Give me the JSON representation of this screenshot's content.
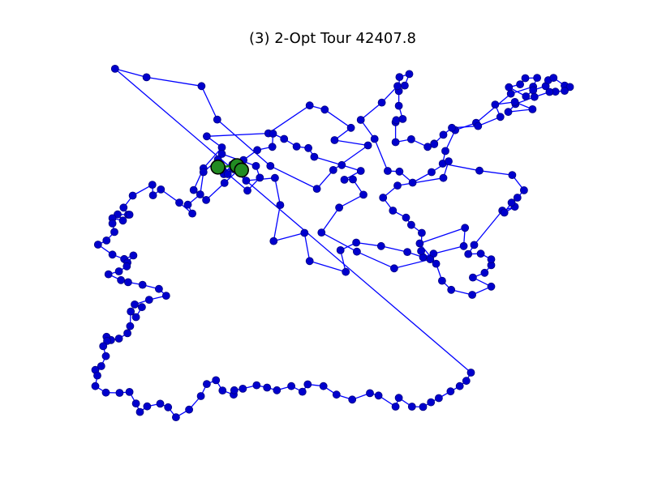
{
  "chart_data": {
    "type": "scatter",
    "title": "(3)  2-Opt Tour 42407.8",
    "xlabel": "",
    "ylabel": "",
    "axes_visible": false,
    "grid": false,
    "edge_color": "#0000ff",
    "node_color": "#0000cd",
    "highlight_color": "#228b22",
    "highlight_edge_color": "#008000",
    "xlim": [
      0,
      100
    ],
    "ylim": [
      0,
      100
    ],
    "tour": [
      [
        16.2,
        89.5
      ],
      [
        21.0,
        86.6
      ],
      [
        29.4,
        83.6
      ],
      [
        31.8,
        72.2
      ],
      [
        39.9,
        56.4
      ],
      [
        47.0,
        48.6
      ],
      [
        49.5,
        55.0
      ],
      [
        54.8,
        63.4
      ],
      [
        49.7,
        65.2
      ],
      [
        52.2,
        69.4
      ],
      [
        48.2,
        75.6
      ],
      [
        45.9,
        77.0
      ],
      [
        39.6,
        67.5
      ],
      [
        30.2,
        66.5
      ],
      [
        32.5,
        62.7
      ],
      [
        29.7,
        55.6
      ],
      [
        28.2,
        48.2
      ],
      [
        30.1,
        44.8
      ],
      [
        32.9,
        50.6
      ],
      [
        35.3,
        55.6
      ],
      [
        36.2,
        51.4
      ],
      [
        40.6,
        52.3
      ],
      [
        41.4,
        43.1
      ],
      [
        40.4,
        30.8
      ],
      [
        45.1,
        33.6
      ],
      [
        45.9,
        24.0
      ],
      [
        51.4,
        20.3
      ],
      [
        50.6,
        27.7
      ],
      [
        53.0,
        30.3
      ],
      [
        56.8,
        29.1
      ],
      [
        60.8,
        27.1
      ],
      [
        63.2,
        25.3
      ],
      [
        64.8,
        26.5
      ],
      [
        69.4,
        29.1
      ],
      [
        69.6,
        35.3
      ],
      [
        62.7,
        30.0
      ],
      [
        65.2,
        23.1
      ],
      [
        66.1,
        17.3
      ],
      [
        67.5,
        14.2
      ],
      [
        70.7,
        12.5
      ],
      [
        73.6,
        15.3
      ],
      [
        70.8,
        18.4
      ],
      [
        72.6,
        20.0
      ],
      [
        73.6,
        22.6
      ],
      [
        73.6,
        24.6
      ],
      [
        72.0,
        26.5
      ],
      [
        70.1,
        26.4
      ],
      [
        71.0,
        29.5
      ],
      [
        75.3,
        41.2
      ],
      [
        77.2,
        42.5
      ],
      [
        75.6,
        40.5
      ],
      [
        76.7,
        43.9
      ],
      [
        77.6,
        45.6
      ],
      [
        78.6,
        48.1
      ],
      [
        76.8,
        53.3
      ],
      [
        71.8,
        54.8
      ],
      [
        66.2,
        57.2
      ],
      [
        66.6,
        61.5
      ],
      [
        68.1,
        68.6
      ],
      [
        71.3,
        71.1
      ],
      [
        76.6,
        81.0
      ],
      [
        80.0,
        83.4
      ],
      [
        80.6,
        86.4
      ],
      [
        78.8,
        86.3
      ],
      [
        78.0,
        84.2
      ],
      [
        76.3,
        83.2
      ],
      [
        78.9,
        80.1
      ],
      [
        80.0,
        82.2
      ],
      [
        81.9,
        83.6
      ],
      [
        82.3,
        85.6
      ],
      [
        83.1,
        86.4
      ],
      [
        84.8,
        83.8
      ],
      [
        85.6,
        83.3
      ],
      [
        84.8,
        82.0
      ],
      [
        83.4,
        81.7
      ],
      [
        82.5,
        81.6
      ],
      [
        80.2,
        79.9
      ],
      [
        77.3,
        77.5
      ],
      [
        76.2,
        74.8
      ],
      [
        79.9,
        75.7
      ],
      [
        77.2,
        78.2
      ],
      [
        74.2,
        77.3
      ],
      [
        75.0,
        73.1
      ],
      [
        71.6,
        70.0
      ],
      [
        67.6,
        69.4
      ],
      [
        66.3,
        67.0
      ],
      [
        64.9,
        64.0
      ],
      [
        64.9,
        63.8
      ],
      [
        63.9,
        62.9
      ],
      [
        61.4,
        65.5
      ],
      [
        59.0,
        64.5
      ],
      [
        59.0,
        71.3
      ],
      [
        59.1,
        72.0
      ],
      [
        60.1,
        72.4
      ],
      [
        59.5,
        76.9
      ],
      [
        59.5,
        81.9
      ],
      [
        59.6,
        86.7
      ],
      [
        61.1,
        87.7
      ],
      [
        60.4,
        83.8
      ],
      [
        59.3,
        83.6
      ],
      [
        56.9,
        78.0
      ],
      [
        53.7,
        72.1
      ],
      [
        55.8,
        65.6
      ],
      [
        57.8,
        54.7
      ],
      [
        59.6,
        54.5
      ],
      [
        61.6,
        50.7
      ],
      [
        64.5,
        54.3
      ],
      [
        67.1,
        58.0
      ],
      [
        66.3,
        52.3
      ],
      [
        59.3,
        49.7
      ],
      [
        57.1,
        45.6
      ],
      [
        58.6,
        41.2
      ],
      [
        60.6,
        38.8
      ],
      [
        61.4,
        36.3
      ],
      [
        63.0,
        33.6
      ],
      [
        62.9,
        27.4
      ],
      [
        64.3,
        24.6
      ],
      [
        58.8,
        21.5
      ],
      [
        53.1,
        27.2
      ],
      [
        47.7,
        33.7
      ],
      [
        50.4,
        42.2
      ],
      [
        54.1,
        46.6
      ],
      [
        52.5,
        51.8
      ],
      [
        51.2,
        51.7
      ],
      [
        53.7,
        54.7
      ],
      [
        50.8,
        56.7
      ],
      [
        46.6,
        59.5
      ],
      [
        45.7,
        62.5
      ],
      [
        43.9,
        63.0
      ],
      [
        42.0,
        65.6
      ],
      [
        40.3,
        67.4
      ],
      [
        40.2,
        62.9
      ],
      [
        37.9,
        61.8
      ],
      [
        35.8,
        58.4
      ],
      [
        34.3,
        55.3
      ],
      [
        32.3,
        54.9
      ],
      [
        32.8,
        53.6
      ],
      [
        34.1,
        56.9
      ],
      [
        33.4,
        53.6
      ],
      [
        32.6,
        55.2
      ],
      [
        36.4,
        48.0
      ],
      [
        38.3,
        52.4
      ],
      [
        37.7,
        56.4
      ],
      [
        32.5,
        60.5
      ],
      [
        31.9,
        58.6
      ],
      [
        29.7,
        54.3
      ],
      [
        29.2,
        46.7
      ],
      [
        27.3,
        43.2
      ],
      [
        28.0,
        40.2
      ],
      [
        26.0,
        43.9
      ],
      [
        23.2,
        48.4
      ],
      [
        22.0,
        46.4
      ],
      [
        21.9,
        50.0
      ],
      [
        18.9,
        46.3
      ],
      [
        17.5,
        42.2
      ],
      [
        18.2,
        39.8
      ],
      [
        18.4,
        39.8
      ],
      [
        16.6,
        39.9
      ],
      [
        17.4,
        37.8
      ],
      [
        15.8,
        38.6
      ],
      [
        15.8,
        36.8
      ],
      [
        16.1,
        33.9
      ],
      [
        14.9,
        31.0
      ],
      [
        13.6,
        29.6
      ],
      [
        15.8,
        26.2
      ],
      [
        17.6,
        24.7
      ],
      [
        19.0,
        25.9
      ],
      [
        18.1,
        23.5
      ],
      [
        18.0,
        22.2
      ],
      [
        16.8,
        20.5
      ],
      [
        15.2,
        19.5
      ],
      [
        17.1,
        17.5
      ],
      [
        18.2,
        16.8
      ],
      [
        20.4,
        15.9
      ],
      [
        22.9,
        14.5
      ],
      [
        24.0,
        12.2
      ],
      [
        21.4,
        10.8
      ],
      [
        19.2,
        9.2
      ],
      [
        20.3,
        8.3
      ],
      [
        19.4,
        4.9
      ],
      [
        18.6,
        6.8
      ],
      [
        18.5,
        1.8
      ],
      [
        18.1,
        -0.6
      ],
      [
        16.8,
        -2.4
      ],
      [
        15.6,
        -2.9
      ],
      [
        14.9,
        -1.8
      ],
      [
        15.0,
        -3.2
      ],
      [
        14.4,
        -5.0
      ],
      [
        14.8,
        -8.4
      ],
      [
        14.1,
        -11.8
      ],
      [
        13.2,
        -13.1
      ],
      [
        13.5,
        -15.0
      ],
      [
        13.2,
        -18.6
      ],
      [
        14.8,
        -20.8
      ],
      [
        16.9,
        -20.9
      ],
      [
        18.4,
        -20.6
      ],
      [
        19.4,
        -24.5
      ],
      [
        20.0,
        -27.4
      ],
      [
        21.1,
        -25.5
      ],
      [
        23.1,
        -24.6
      ],
      [
        24.3,
        -25.8
      ],
      [
        25.5,
        -29.2
      ],
      [
        27.5,
        -26.6
      ],
      [
        29.3,
        -22.0
      ],
      [
        30.2,
        -17.9
      ],
      [
        31.6,
        -16.6
      ],
      [
        32.6,
        -20.1
      ],
      [
        34.3,
        -21.5
      ],
      [
        34.4,
        -20.0
      ],
      [
        35.7,
        -19.5
      ],
      [
        37.8,
        -18.3
      ],
      [
        39.4,
        -19.1
      ],
      [
        40.9,
        -20.0
      ],
      [
        43.1,
        -18.6
      ],
      [
        44.8,
        -20.5
      ],
      [
        45.6,
        -18.0
      ],
      [
        48.0,
        -18.6
      ],
      [
        50.0,
        -21.5
      ],
      [
        52.4,
        -23.2
      ],
      [
        55.1,
        -21.0
      ],
      [
        56.4,
        -21.8
      ],
      [
        59.0,
        -25.6
      ],
      [
        59.5,
        -22.6
      ],
      [
        61.5,
        -25.6
      ],
      [
        63.2,
        -25.7
      ],
      [
        64.4,
        -24.1
      ],
      [
        65.6,
        -22.7
      ],
      [
        67.4,
        -20.4
      ],
      [
        68.8,
        -18.6
      ],
      [
        69.8,
        -16.8
      ],
      [
        70.5,
        -14.0
      ]
    ],
    "highlight_nodes": [
      [
        31.9,
        56.0
      ],
      [
        34.8,
        56.5
      ],
      [
        35.5,
        55.0
      ]
    ]
  }
}
